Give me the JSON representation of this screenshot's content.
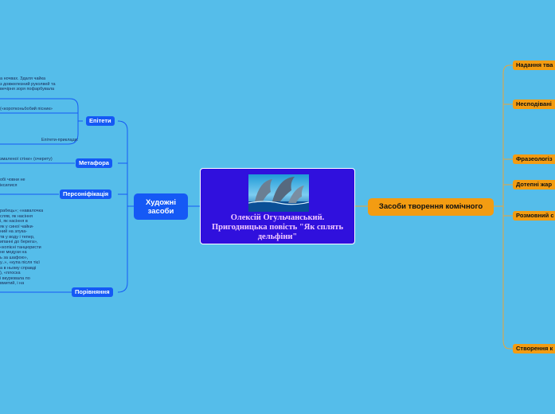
{
  "central": {
    "title": "Олексій Огульчанський. Пригодницька повість \"Як сплять дельфіни\""
  },
  "left_main": {
    "label": "Художні засоби"
  },
  "right_main": {
    "label": "Засоби творення комічного"
  },
  "left_branches": {
    "epithets": "Епітети",
    "metaphor": "Метафора",
    "personification": "Персоніфікація",
    "comparison": "Порівняння"
  },
  "right_branches": {
    "b1": "Надання тва",
    "b2": "Несподівані",
    "b3": "Фразеологіз",
    "b4": "Дотепні жар",
    "b5": "Розмовний с",
    "b6": "Створення к"
  },
  "leaves": {
    "epithets_1_l1": "а ночвах. Здаля чайка",
    "epithets_1_l2": "з довжелезний руколвей та",
    "epithets_1_l3": "вечірня зоря пофарбувала",
    "epithets_2": "(«коротконьбобий пісник»",
    "epithets_3": "Епітети-приклади:",
    "metaphor_1": "змаленої стіни» (очерету)",
    "personification_1_l1": "обі човни не",
    "personification_1_l2": "іксилися",
    "comparison_lines": [
      "рабець»; «навалочка",
      "сляв, як насіння",
      "і, як насіння в",
      "як у синої чайки-",
      "ний на злука-",
      "тв у воду і тепер,",
      "ипанні до берега»,",
      "«копієні танцюристи",
      "не медузи на",
      "ь за шафою»,",
      "у..», «купа після тієї",
      "а в ньому справді",
      "), «плоска",
      "і вкурювала по",
      "вмитий, і на"
    ]
  }
}
